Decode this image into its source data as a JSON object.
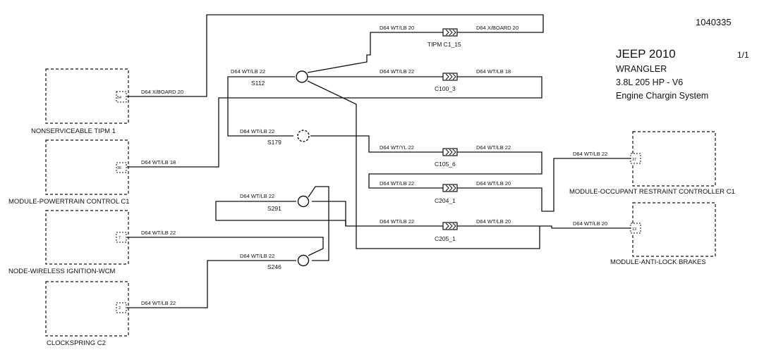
{
  "header": {
    "doc_number": "1040335",
    "make_year": "JEEP 2010",
    "page": "1/1",
    "model": "WRANGLER",
    "engine": "3.8L  205 HP  - V6",
    "system": "Engine Chargin System"
  },
  "components": {
    "tipm": "NONSERVICEABLE TIPM 1",
    "pcm": "MODULE-POWERTRAIN CONTROL C1",
    "wcm": "NODE-WIRELESS IGNITION-WCM",
    "clockspring": "CLOCKSPRING C2",
    "orc": "MODULE-OCCUPANT RESTRAINT CONTROLLER C1",
    "abs": "MODULE-ANTI-LOCK BRAKES"
  },
  "pins": {
    "tipm": "54",
    "pcm": "36",
    "wcm": "7",
    "clockspring": "2",
    "orc": "37",
    "abs": "13"
  },
  "splices": {
    "s112": "S112",
    "s179": "S179",
    "s291": "S291",
    "s246": "S246"
  },
  "connectors": {
    "tipm_c1_15": "TIPM C1_15",
    "c100_3": "C100_3",
    "c105_6": "C105_6",
    "c204_1": "C204_1",
    "c205_1": "C205_1"
  },
  "wires": {
    "w_tipm": "D64 X/BOARD 20",
    "w_top_left": "D64 WT/LB 20",
    "w_top_right": "D64 X/BOARD 20",
    "w_s112_in": "D64 WT/LB 22",
    "w_c100_left": "D64 WT/LB 22",
    "w_c100_right": "D64 WT/LB 18",
    "w_pcm": "D64 WT/LB 18",
    "w_s179": "D64 WT/LB 22",
    "w_c105_left": "D64 WT/YL 22",
    "w_c105_right": "D64 WT/LB 22",
    "w_orc": "D64 WT/LB 22",
    "w_c204_left": "D64 WT/LB 22",
    "w_c204_right": "D64 WT/LB 20",
    "w_s291": "D64 WT/LB 22",
    "w_c205_left": "D64 WT/LB 22",
    "w_c205_right": "D64 WT/LB 20",
    "w_abs": "D64 WT/LB 20",
    "w_wcm": "D64 WT/LB 22",
    "w_s246": "D64 WT/LB 22",
    "w_clockspring": "D64 WT/LB 22"
  }
}
